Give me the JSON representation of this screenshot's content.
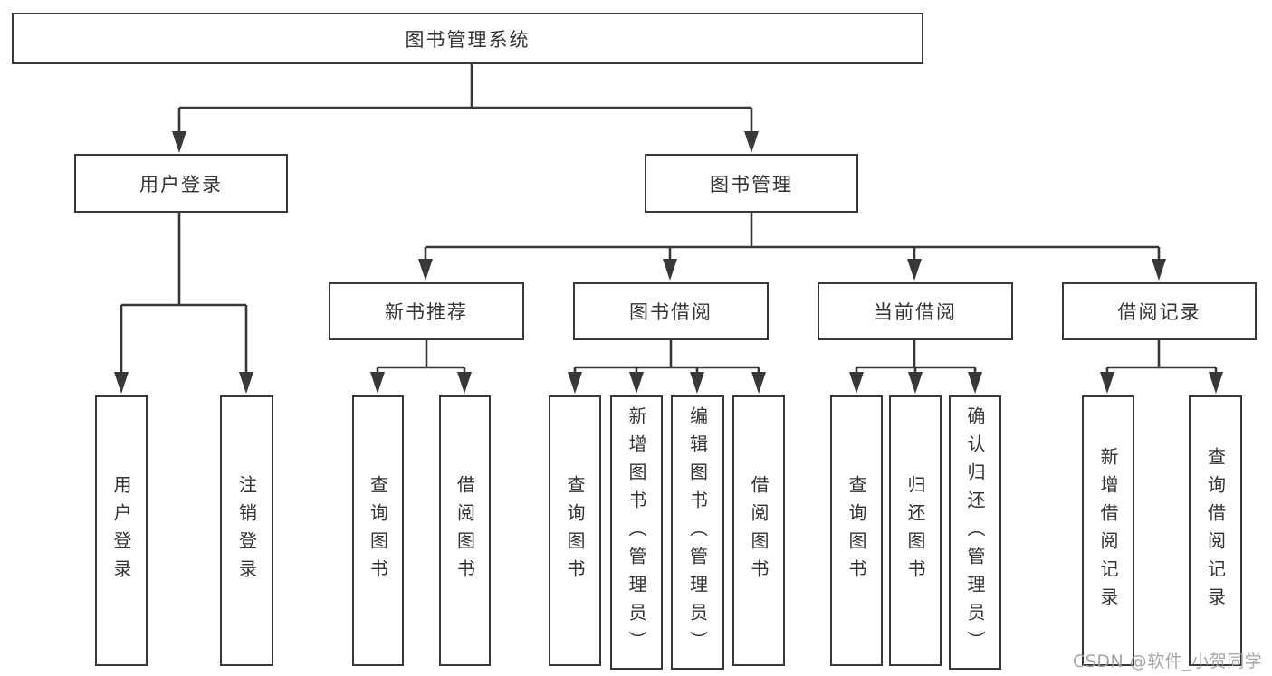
{
  "tree": {
    "label": "图书管理系统",
    "children": [
      {
        "label": "用户登录",
        "children": [
          {
            "label": "用户登录"
          },
          {
            "label": "注销登录"
          }
        ]
      },
      {
        "label": "图书管理",
        "children": [
          {
            "label": "新书推荐",
            "children": [
              {
                "label": "查询图书"
              },
              {
                "label": "借阅图书"
              }
            ]
          },
          {
            "label": "图书借阅",
            "children": [
              {
                "label": "查询图书"
              },
              {
                "label": "新增图书（管理员）"
              },
              {
                "label": "编辑图书（管理员）"
              },
              {
                "label": "借阅图书"
              }
            ]
          },
          {
            "label": "当前借阅",
            "children": [
              {
                "label": "查询图书"
              },
              {
                "label": "归还图书"
              },
              {
                "label": "确认归还（管理员）"
              }
            ]
          },
          {
            "label": "借阅记录",
            "children": [
              {
                "label": "新增借阅记录"
              },
              {
                "label": "查询借阅记录"
              }
            ]
          }
        ]
      }
    ]
  },
  "watermark": {
    "text": "CSDN @软件_小贺同学"
  },
  "colors": {
    "line": "#383838",
    "text": "#333333",
    "watermark": "#9d9d9d",
    "background": "#ffffff"
  }
}
